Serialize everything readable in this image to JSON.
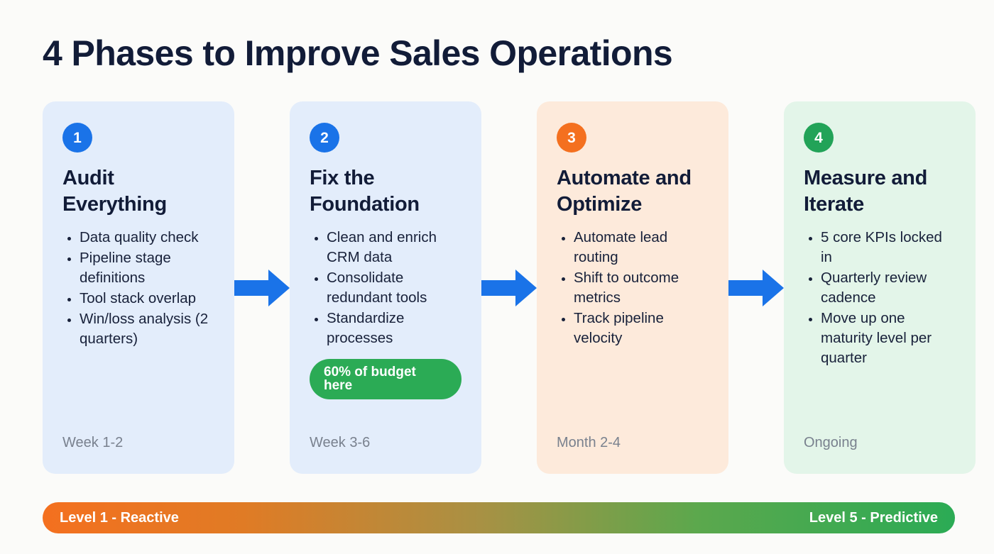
{
  "header": {
    "title": "4 Phases to Improve Sales Operations"
  },
  "phases": [
    {
      "number": "1",
      "title": "Audit Everything",
      "accent": "#1a73e8",
      "background": "#e3edfb",
      "bullets": [
        "Data quality check",
        "Pipeline stage definitions",
        "Tool stack overlap",
        "Win/loss analysis (2 quarters)"
      ],
      "badge": null,
      "timeline": "Week 1-2"
    },
    {
      "number": "2",
      "title": "Fix the Foundation",
      "accent": "#1a73e8",
      "background": "#e3edfb",
      "bullets": [
        "Clean and enrich CRM data",
        "Consolidate redundant tools",
        "Standardize processes"
      ],
      "badge": "60% of budget here",
      "badge_color": "#2bab55",
      "timeline": "Week 3-6"
    },
    {
      "number": "3",
      "title": "Automate and Optimize",
      "accent": "#f4701f",
      "background": "#fdeadb",
      "bullets": [
        "Automate lead routing",
        "Shift to outcome metrics",
        "Track pipeline velocity"
      ],
      "badge": null,
      "timeline": "Month 2-4"
    },
    {
      "number": "4",
      "title": "Measure and Iterate",
      "accent": "#22a358",
      "background": "#e3f5e9",
      "bullets": [
        "5 core KPIs locked in",
        "Quarterly review cadence",
        "Move up one maturity level per quarter"
      ],
      "badge": null,
      "timeline": "Ongoing"
    }
  ],
  "connectors": {
    "icon": "arrow-right-icon",
    "color": "#1a73e8",
    "count": 3
  },
  "maturity_bar": {
    "left_label": "Level 1 - Reactive",
    "right_label": "Level 5 - Predictive",
    "gradient_start": "#f4701f",
    "gradient_end": "#2bab55"
  }
}
